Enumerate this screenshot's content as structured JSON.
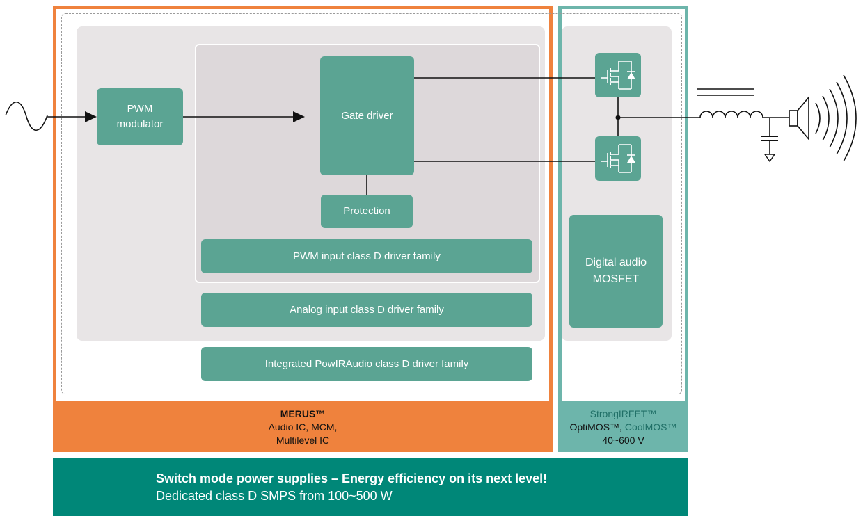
{
  "blocks": {
    "pwm_modulator": "PWM\nmodulator",
    "gate_driver": "Gate driver",
    "protection": "Protection",
    "pwm_input_family": "PWM input class D driver family",
    "analog_input_family": "Analog input class D driver family",
    "integrated_family": "Integrated PowIRAudio class D driver family",
    "digital_audio_mosfet": "Digital audio\nMOSFET"
  },
  "merus_label": {
    "brand": "MERUS™",
    "line1": "Audio IC, MCM,",
    "line2": "Multilevel IC"
  },
  "mosfet_label": {
    "line1": "StrongIRFET™",
    "line2a": "OptiMOS™, ",
    "line2b": "CoolMOS™",
    "line3": "40~600 V"
  },
  "banner": {
    "headline": "Switch mode power supplies – Energy efficiency on its next level!",
    "subline": "Dedicated class D SMPS from 100~500 W"
  },
  "colors": {
    "orange": "#ef823d",
    "teal_frame": "#6db5ab",
    "block_green": "#5ba493",
    "banner_teal": "#008778"
  }
}
